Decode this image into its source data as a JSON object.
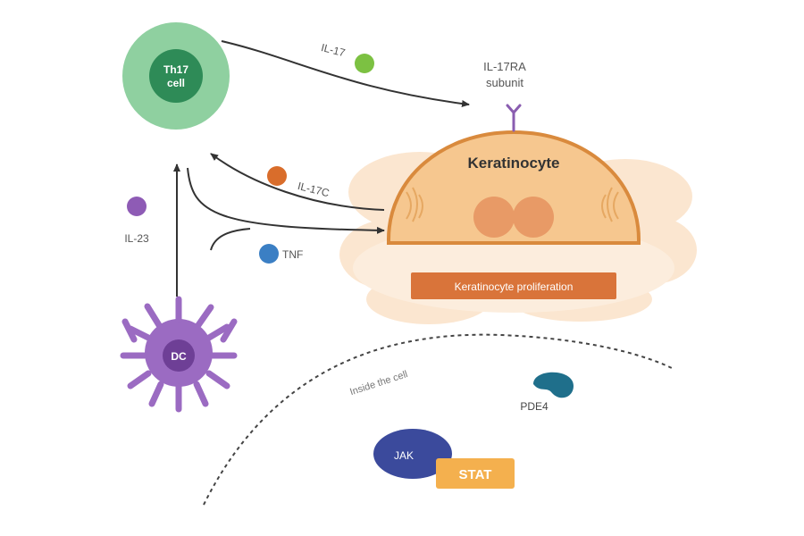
{
  "cells": {
    "th17_title": "Th17",
    "th17_sub": "cell",
    "keratinocyte": "Keratinocyte",
    "dc": "DC"
  },
  "labels": {
    "il17": "IL-17",
    "il17ra_line1": "IL-17RA",
    "il17ra_line2": "subunit",
    "il17c": "IL-17C",
    "il23": "IL-23",
    "tnf": "TNF",
    "proliferation": "Keratinocyte proliferation",
    "inside_cell": "Inside the cell",
    "pde4": "PDE4",
    "jak": "JAK",
    "stat": "STAT"
  },
  "colors": {
    "th17_outer": "#8fd0a0",
    "th17_inner": "#2e8b57",
    "il17": "#7cc142",
    "il17c": "#d96d2b",
    "il23": "#8e5bb5",
    "tnf": "#3b7fc4",
    "receptor": "#8a5db0",
    "keratinocyte_fill": "#f6c78f",
    "keratinocyte_stroke": "#d98a3d",
    "nucleus": "#e89a66",
    "background_cells": "#fbe2c8",
    "proliferation_bar": "#d9743a",
    "dc": "#9b6bc2",
    "pde4": "#1f6f8b",
    "jak": "#3b4a9c",
    "stat": "#f4b04e"
  }
}
